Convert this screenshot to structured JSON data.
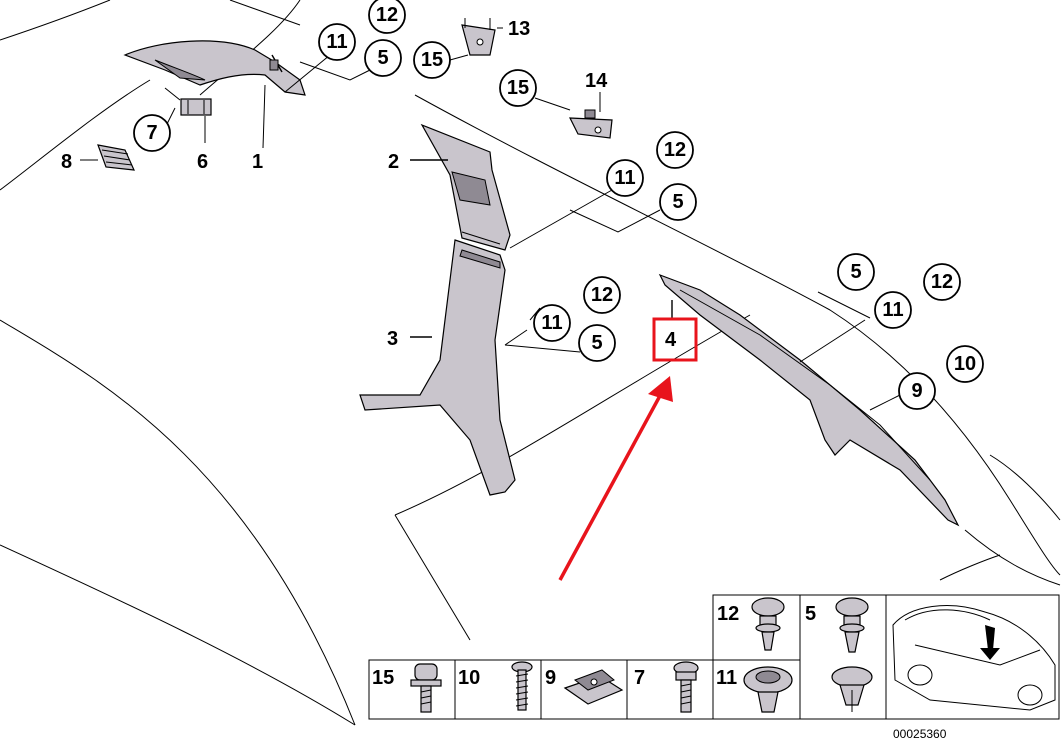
{
  "colors": {
    "callout_highlight": "#e8141c",
    "part_fill": "#c9c5cc",
    "part_dark": "#8f8a93"
  },
  "labels": {
    "l1": "1",
    "l2": "2",
    "l3": "3",
    "l4": "4",
    "l6": "6",
    "l8": "8",
    "l13": "13",
    "l14": "14"
  },
  "circles": {
    "c12a": "12",
    "c11a": "11",
    "c5a": "5",
    "c15a": "15",
    "c7": "7",
    "c15b": "15",
    "c12b": "12",
    "c11b": "11",
    "c5b": "5",
    "c12c": "12",
    "c11c": "11",
    "c5c": "5",
    "c5d": "5",
    "c12d": "12",
    "c11d": "11",
    "c10": "10",
    "c9": "9"
  },
  "parts_table": {
    "t12": "12",
    "t5": "5",
    "t15": "15",
    "t10": "10",
    "t9": "9",
    "t7": "7",
    "t11": "11"
  },
  "diagram_code": "00025360",
  "icons": [
    "arrow-callout",
    "car-thumbnail"
  ]
}
